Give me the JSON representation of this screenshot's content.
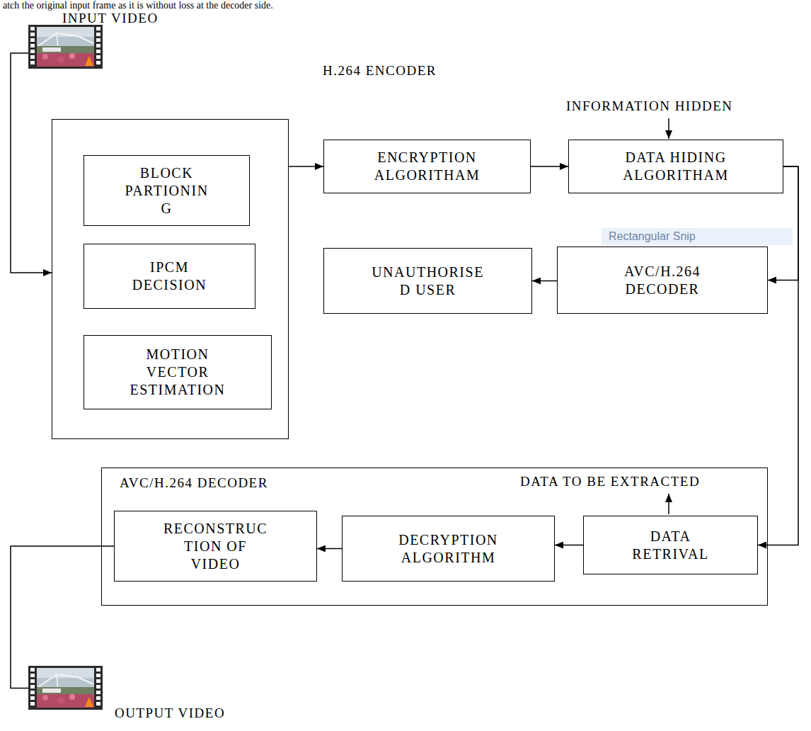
{
  "diagram": {
    "nodes": [
      {
        "text": [
          "INPUT VIDEO"
        ]
      },
      {
        "text": [
          "H.264 ENCODER"
        ]
      },
      {
        "text": [
          "BLOCK PARTIONIN G"
        ],
        "in": 1
      },
      {
        "text": [
          "IPCM DECISION"
        ],
        "in": 1
      },
      {
        "text": [
          "MOTION VECTOR ESTIMATION"
        ],
        "in": 1
      },
      {
        "text": [
          "ENCRYPTION ALGORITHAM"
        ]
      },
      {
        "text": [
          "DATA HIDING ALGORITHAM"
        ]
      },
      {
        "text": [
          "UNAUTHORISE D USER"
        ]
      },
      {
        "text": [
          "AVC/H.264 DECODER"
        ]
      },
      {
        "text": [
          "AVC/H.264 DECODER"
        ]
      },
      {
        "text": [
          "RECONSTRUC TION OF VIDEO"
        ],
        "in": 9
      },
      {
        "text": [
          "DECRYPTION ALGORITHM"
        ],
        "in": 9
      },
      {
        "text": [
          "DATA RETRIVAL"
        ],
        "in": 9
      },
      {
        "text": [
          "OUTPUT VIDEO"
        ]
      }
    ],
    "edges": [
      {
        "from": 0,
        "to": 1,
        "arrow": "to"
      },
      {
        "from": 1,
        "to": 5,
        "arrow": "to"
      },
      {
        "from": 5,
        "to": 6,
        "arrow": "to"
      },
      {
        "from": 6,
        "to": 8,
        "arrow": "to"
      },
      {
        "from": 6,
        "to": 12,
        "arrow": "to"
      },
      {
        "from": 8,
        "to": 7,
        "arrow": "to"
      },
      {
        "from": 12,
        "to": 11,
        "arrow": "to"
      },
      {
        "from": 11,
        "to": 10,
        "arrow": "to"
      },
      {
        "from": 10,
        "to": 13,
        "arrow": "none"
      }
    ],
    "labels": [
      "atch the original input frame as it is without loss at the decoder side.",
      "INFORMATION HIDDEN",
      "Rectangular Snip",
      "DATA TO BE EXTRACTED"
    ]
  }
}
